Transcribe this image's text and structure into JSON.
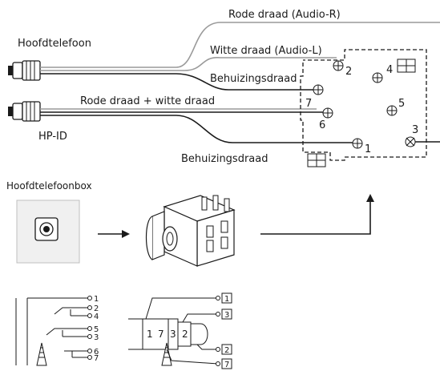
{
  "labels": {
    "headphone": "Hoofdtelefoon",
    "hp_id": "HP-ID",
    "red_wire_r": "Rode draad (Audio-R)",
    "white_wire_l": "Witte draad (Audio-L)",
    "housing_wire_top": "Behuizingsdraad",
    "red_white_wire": "Rode draad + witte draad",
    "housing_wire_bottom": "Behuizingsdraad",
    "headphone_box": "Hoofdtelefoonbox"
  },
  "pins": {
    "p1": "1",
    "p2": "2",
    "p3": "3",
    "p4": "4",
    "p5": "5",
    "p6": "6",
    "p7": "7"
  },
  "schematic_left": [
    "1",
    "2",
    "4",
    "5",
    "3",
    "6",
    "7"
  ],
  "schematic_right": {
    "sleeve_1": "1",
    "ring_7": "7",
    "ring_3": "3",
    "tip_2": "2",
    "out_1": "1",
    "out_3": "3",
    "out_2": "2",
    "out_7": "7"
  }
}
